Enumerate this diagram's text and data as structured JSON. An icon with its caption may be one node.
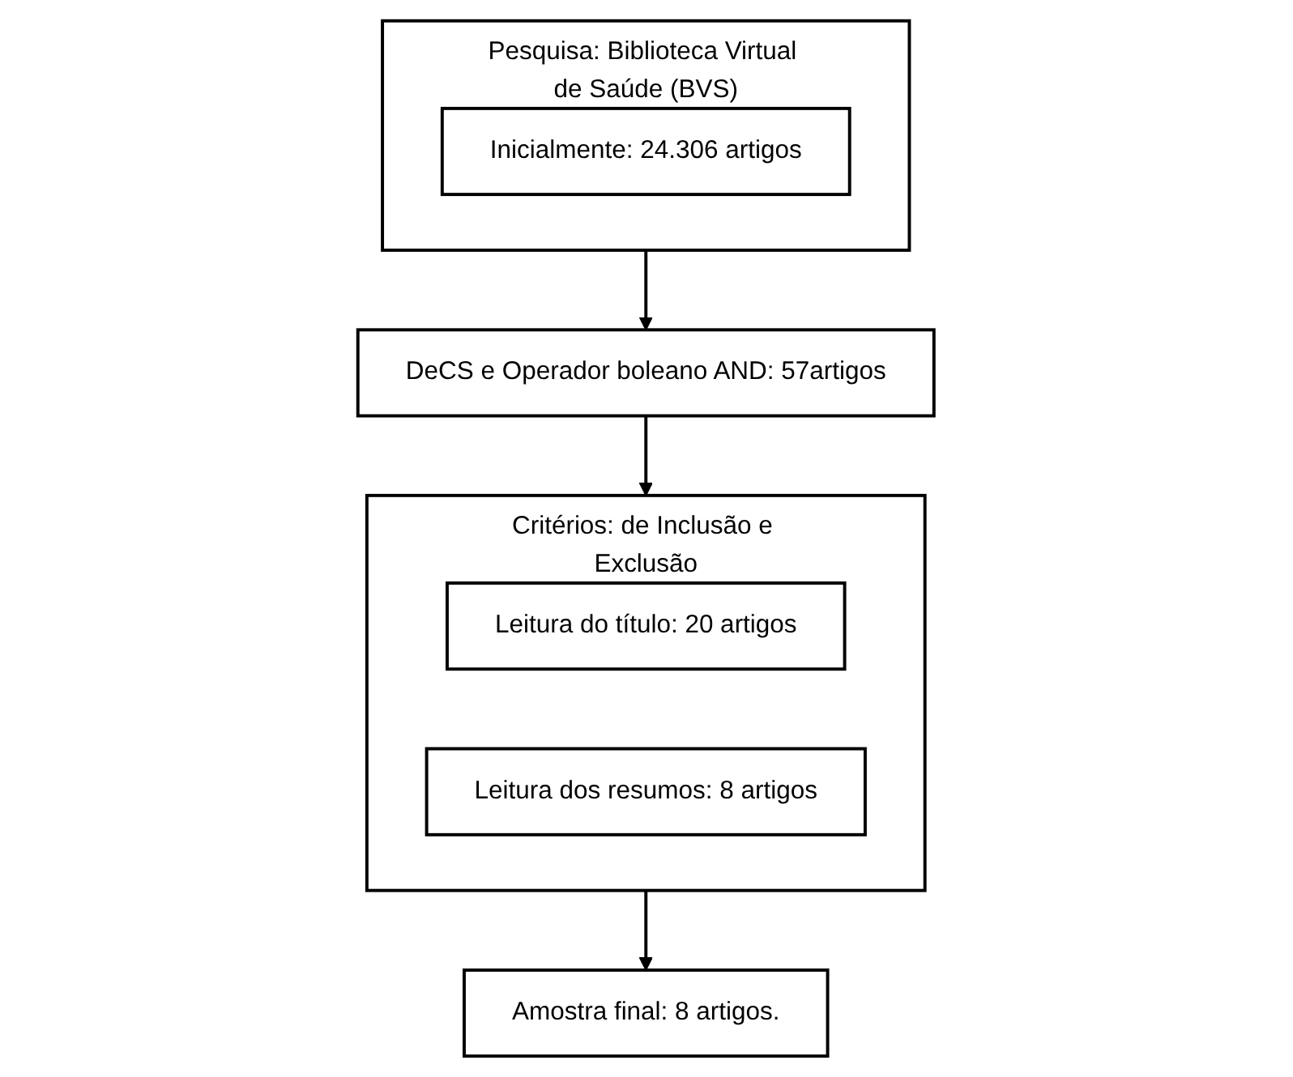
{
  "diagram": {
    "nodes": [
      {
        "text": [
          "Pesquisa: Biblioteca Virtual de Saúde (BVS)"
        ]
      },
      {
        "text": [
          "Inicialmente: 24.306 artigos"
        ],
        "in": 0
      },
      {
        "text": [
          "DeCS e Operador boleano AND: 57artigos"
        ]
      },
      {
        "text": [
          "Critérios: de Inclusão e Exclusão"
        ]
      },
      {
        "text": [
          "Leitura do título: 20 artigos"
        ],
        "in": 3
      },
      {
        "text": [
          "Leitura dos resumos: 8 artigos"
        ],
        "in": 3
      },
      {
        "text": [
          "Amostra final: 8 artigos."
        ]
      }
    ],
    "edges": [
      {
        "from": 0,
        "to": 2,
        "arrow": "to"
      },
      {
        "from": 2,
        "to": 3,
        "arrow": "to"
      },
      {
        "from": 3,
        "to": 6,
        "arrow": "to"
      }
    ]
  }
}
